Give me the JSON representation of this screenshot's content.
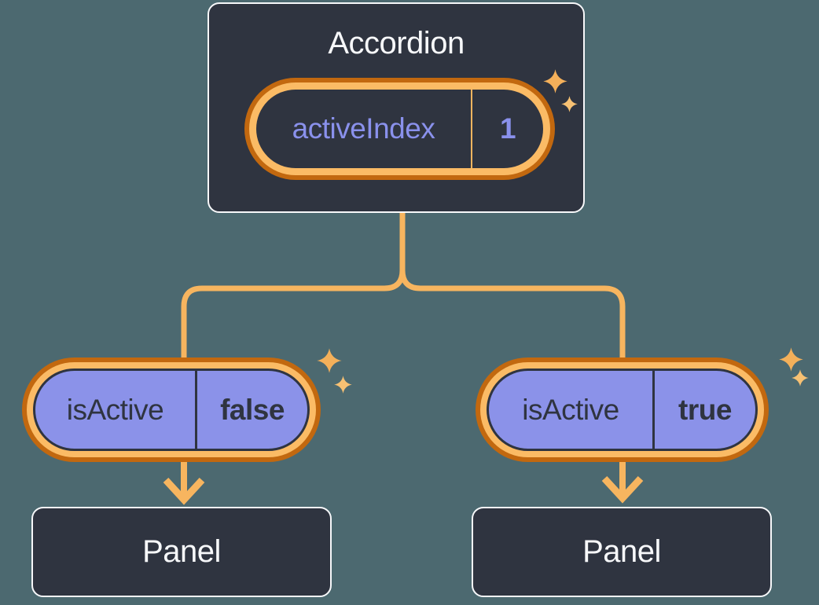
{
  "diagram": {
    "kind": "react-component-tree",
    "colors": {
      "background": "#4C6970",
      "node_fill": "#2F3440",
      "node_border": "#F7F8FA",
      "ring_orange_dark": "#C2680F",
      "ring_orange_light": "#FBBB65",
      "connector_orange": "#F7B55F",
      "pill_purple_fill": "#8B92E9",
      "pill_purple_text": "#8A91EC",
      "sparkle_large": "#F4B05A",
      "sparkle_small": "#F7C173"
    },
    "root": {
      "title": "Accordion",
      "state_pill": {
        "label": "activeIndex",
        "value": "1"
      }
    },
    "children": [
      {
        "prop_pill": {
          "label": "isActive",
          "value": "false"
        },
        "node_title": "Panel"
      },
      {
        "prop_pill": {
          "label": "isActive",
          "value": "true"
        },
        "node_title": "Panel"
      }
    ]
  }
}
